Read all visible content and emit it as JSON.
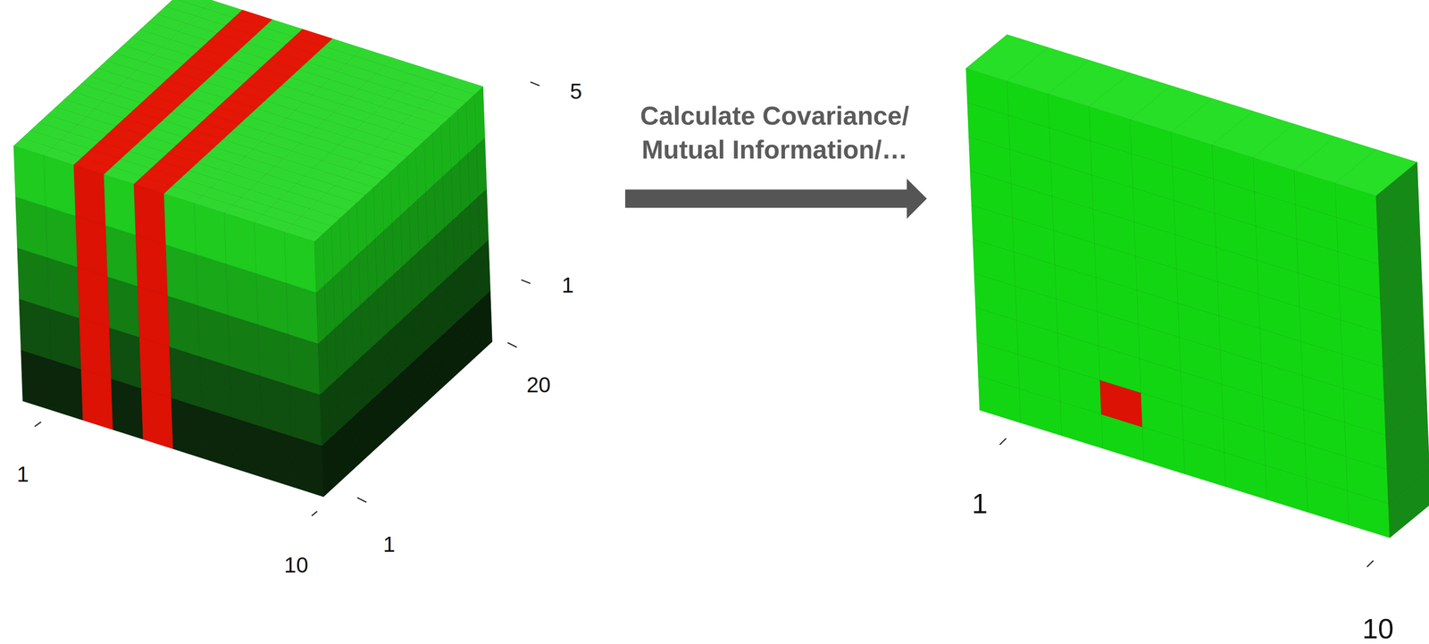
{
  "diagram": {
    "labels": [
      "5",
      "1",
      "20",
      "1",
      "10",
      "1",
      "Calculate Covariance/ Mutual Information/…",
      "1",
      "10"
    ]
  }
}
